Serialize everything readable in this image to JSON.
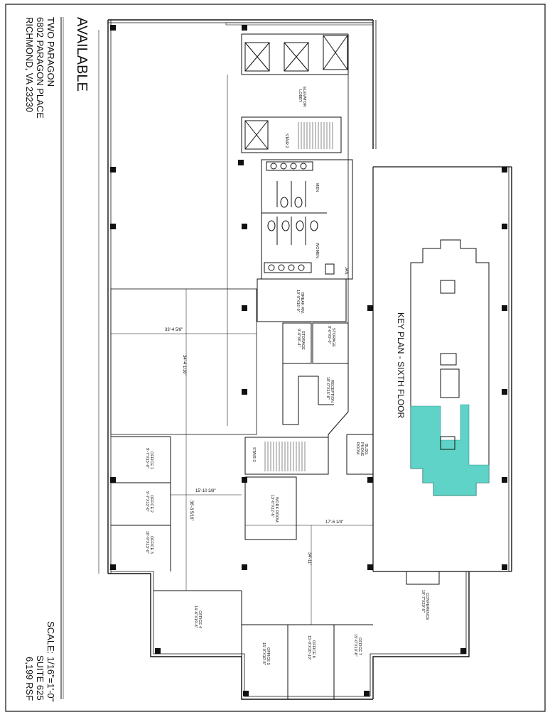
{
  "title_block": {
    "status": "AVAILABLE",
    "building": "TWO PARAGON",
    "street": "6802 PARAGON PLACE",
    "city": "RICHMOND, VA 23230"
  },
  "scale_block": {
    "scale": "SCALE: 1/16\"=1'-0\"",
    "suite": "SUITE 625",
    "area": "6,199 RSF"
  },
  "key_plan": {
    "label": "KEY PLAN - SIXTH FLOOR",
    "highlight_color": "#5fd3c8"
  },
  "rooms": {
    "elevator_lobby": [
      "ELEVATOR",
      "LOBBY"
    ],
    "stair_2": "STAIR 2",
    "stair_3": "STAIR 3",
    "men": "MEN",
    "women": "WOMEN",
    "jan": "JAN.",
    "break_rm": [
      "BREAK RM.",
      "10'-9\"X16'-0\""
    ],
    "storage_a": [
      "STORAGE",
      "9'-0\"X9'-0\""
    ],
    "storage_b": [
      "STORAGE",
      "9'-0\"X6'-4\""
    ],
    "reception": [
      "RECEPTION",
      "18'-0\"X15'-8\""
    ],
    "bldg_phone": [
      "BLDG.",
      "PHONE",
      "ROOM"
    ],
    "office_1": [
      "OFFICE 1",
      "9'-7\"X13'-0\""
    ],
    "office_2": [
      "OFFICE 2",
      "9'-7\"X13'-0\""
    ],
    "office_3": [
      "OFFICE 3",
      "10'-9\"X13'-0\""
    ],
    "office_4": [
      "OFFICE 4",
      "14'-6\"X19'-8\""
    ],
    "office_5": [
      "OFFICE 5",
      "15'-0\"X10'-8\""
    ],
    "office_6": [
      "OFFICE 6",
      "15'-0\"X10'-10\""
    ],
    "office_7": [
      "OFFICE 7",
      "15'-0\"X10'-8\""
    ],
    "work_room": [
      "WORK ROOM",
      "13'-0\"X12'-6\""
    ],
    "conference": [
      "CONFERENCE",
      "19'-7\"X20'-0\""
    ]
  },
  "dimensions": {
    "d1": "33'-4 5/8\"",
    "d2": "34'-4 1/16\"",
    "d3": "15'-10 3/8\"",
    "d4": "36'-3 5/16\"",
    "d5": "17'-6 1/4\"",
    "d6": "34'-11\""
  }
}
